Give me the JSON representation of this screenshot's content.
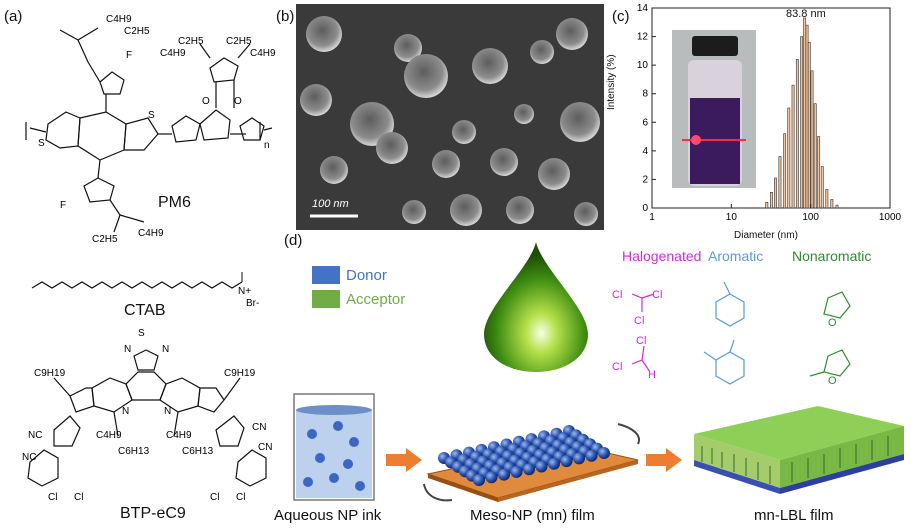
{
  "panels": {
    "a": "(a)",
    "b": "(b)",
    "c": "(c)",
    "d": "(d)"
  },
  "structures": {
    "pm6": "PM6",
    "ctab": "CTAB",
    "btp": "BTP-eC9",
    "subs": {
      "c4h9": "C4H9",
      "c2h5": "C2H5",
      "c6h13": "C6H13",
      "c9h19": "C9H19",
      "f": "F",
      "s": "S",
      "o": "O",
      "n": "N",
      "cn": "CN",
      "nc": "NC",
      "cl": "Cl",
      "n_sub": "n",
      "nplus": "N+",
      "br": "Br-"
    }
  },
  "sem": {
    "scalebar": "100 nm"
  },
  "chart_data": {
    "type": "bar",
    "xlabel": "Diameter (nm)",
    "ylabel": "Intensity (%)",
    "xscale": "log",
    "xlim": [
      1,
      1000
    ],
    "ylim": [
      0,
      14
    ],
    "xticks": [
      "1",
      "10",
      "100",
      "1000"
    ],
    "yticks": [
      "0",
      "2",
      "4",
      "6",
      "8",
      "10",
      "12",
      "14"
    ],
    "annotation": "83.8 nm",
    "bar_color": "#f6c49c",
    "x": [
      28,
      32,
      36,
      41,
      47,
      53,
      60,
      68,
      77,
      84,
      90,
      96,
      104,
      114,
      126,
      140,
      160,
      185,
      215
    ],
    "values": [
      0.4,
      1.1,
      2.1,
      3.6,
      5.2,
      7.0,
      8.6,
      10.4,
      12.0,
      13.3,
      12.8,
      11.6,
      9.6,
      7.3,
      5.0,
      2.9,
      1.3,
      0.6,
      0.2
    ]
  },
  "legend": {
    "donor": "Donor",
    "acceptor": "Acceptor",
    "donor_color": "#4472c4",
    "acceptor_color": "#70ad47"
  },
  "solvents": {
    "halogenated": "Halogenated",
    "aromatic": "Aromatic",
    "nonaromatic": "Nonaromatic",
    "halo_color": "#d12bd9",
    "arom_color": "#5b9bd5",
    "nonarom_color": "#2e8b2e"
  },
  "captions": {
    "ink": "Aqueous NP ink",
    "meso": "Meso-NP (mn) film",
    "lbl": "mn-LBL film"
  }
}
